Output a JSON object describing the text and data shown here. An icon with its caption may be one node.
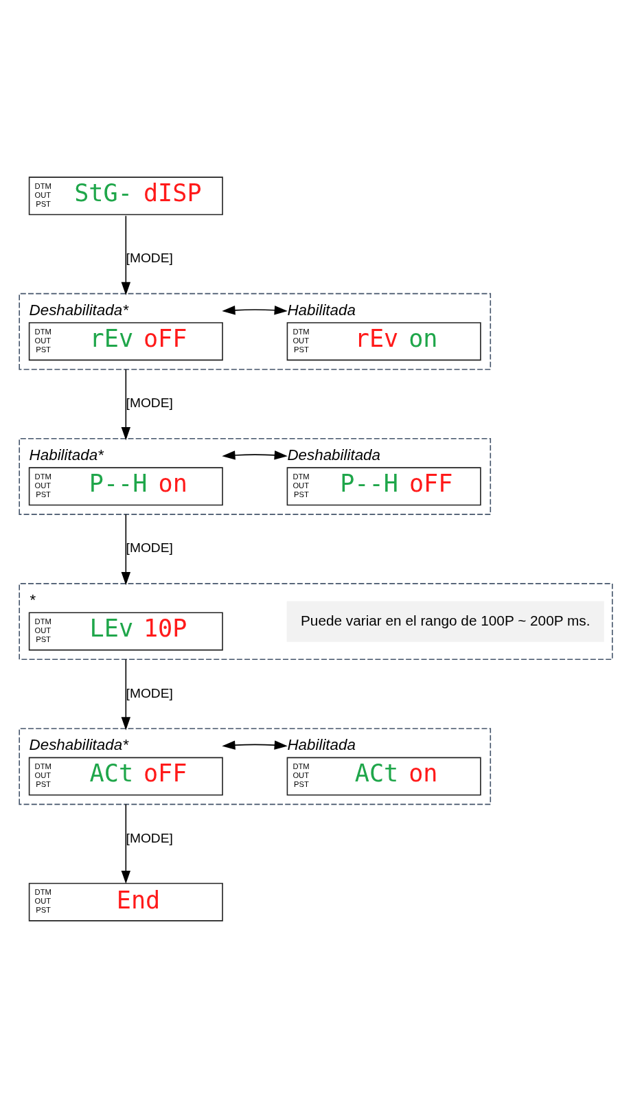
{
  "diagram": {
    "nodes": [
      {
        "text": [
          "DTM",
          "OUT",
          "PST",
          "StG-",
          "dISP"
        ]
      },
      {
        "text": [],
        "shape": "box"
      },
      {
        "text": [
          "Deshabilitada*",
          "DTM",
          "OUT",
          "PST",
          "rEv",
          "oFF"
        ],
        "in": 1
      },
      {
        "text": [
          "Habilitada",
          "DTM",
          "OUT",
          "PST",
          "rEv",
          "on"
        ],
        "in": 1
      },
      {
        "text": [],
        "shape": "box"
      },
      {
        "text": [
          "Habilitada*",
          "DTM",
          "OUT",
          "PST",
          "P--H",
          "on"
        ],
        "in": 4
      },
      {
        "text": [
          "Deshabilitada",
          "DTM",
          "OUT",
          "PST",
          "P--H",
          "oFF"
        ],
        "in": 4
      },
      {
        "text": [],
        "shape": "box"
      },
      {
        "text": [
          "*",
          "DTM",
          "OUT",
          "PST",
          "LEv",
          "10P"
        ],
        "in": 7
      },
      {
        "text": [
          "Puede variar en el rango de 100P ~ 200P ms."
        ],
        "in": 7
      },
      {
        "text": [],
        "shape": "box"
      },
      {
        "text": [
          "Deshabilitada*",
          "DTM",
          "OUT",
          "PST",
          "ACt",
          "oFF"
        ],
        "in": 10
      },
      {
        "text": [
          "Habilitada",
          "DTM",
          "OUT",
          "PST",
          "ACt",
          "on"
        ],
        "in": 10
      },
      {
        "text": [
          "DTM",
          "OUT",
          "PST",
          "End"
        ]
      }
    ],
    "edges": [
      {
        "from": 0,
        "to": 1,
        "arrow": "to",
        "label": "[MODE]"
      },
      {
        "from": 2,
        "to": 3,
        "arrow": "both"
      },
      {
        "from": 1,
        "to": 4,
        "arrow": "to",
        "label": "[MODE]"
      },
      {
        "from": 5,
        "to": 6,
        "arrow": "both"
      },
      {
        "from": 4,
        "to": 7,
        "arrow": "to",
        "label": "[MODE]"
      },
      {
        "from": 7,
        "to": 10,
        "arrow": "to",
        "label": "[MODE]"
      },
      {
        "from": 11,
        "to": 12,
        "arrow": "both"
      },
      {
        "from": 10,
        "to": 13,
        "arrow": "to",
        "label": "[MODE]"
      }
    ]
  }
}
